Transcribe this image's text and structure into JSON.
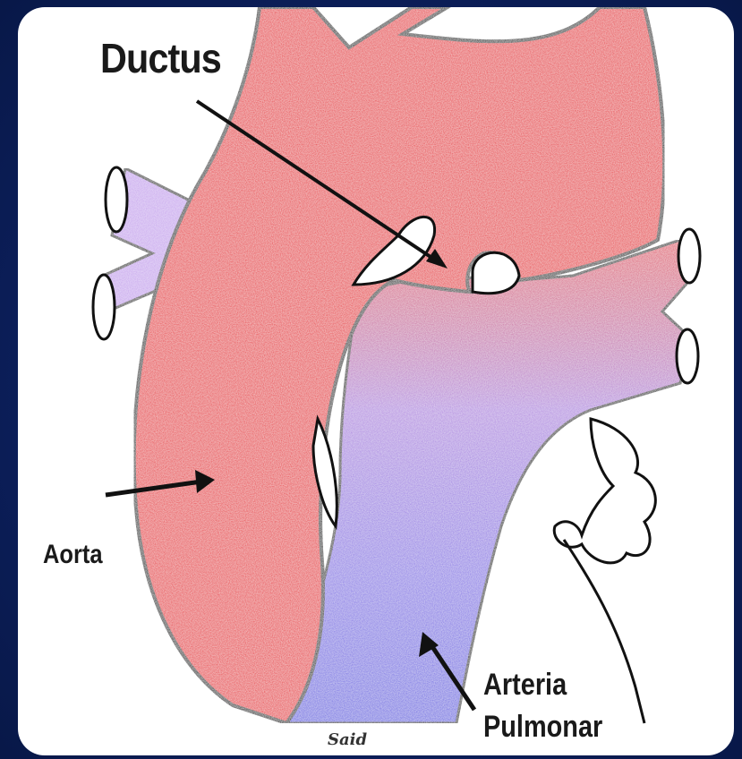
{
  "labels": {
    "ductus": "Ductus",
    "aorta": "Aorta",
    "arteria": "Arteria",
    "pulmonar": "Pulmonar",
    "signature": "Said"
  },
  "colors": {
    "background": "#0c1f5c",
    "card": "#ffffff",
    "aorta_red": "#e8333a",
    "pulmonary_purple": "#a98be6",
    "pulmonary_blue": "#6a66e0",
    "outline": "#111111"
  }
}
